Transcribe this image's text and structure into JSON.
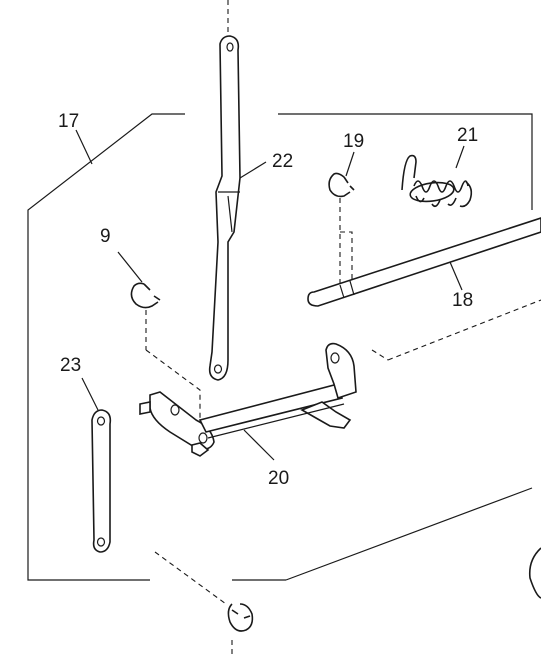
{
  "labels": {
    "p17": "17",
    "p22": "22",
    "p19": "19",
    "p21": "21",
    "p9": "9",
    "p18": "18",
    "p23": "23",
    "p20": "20"
  }
}
